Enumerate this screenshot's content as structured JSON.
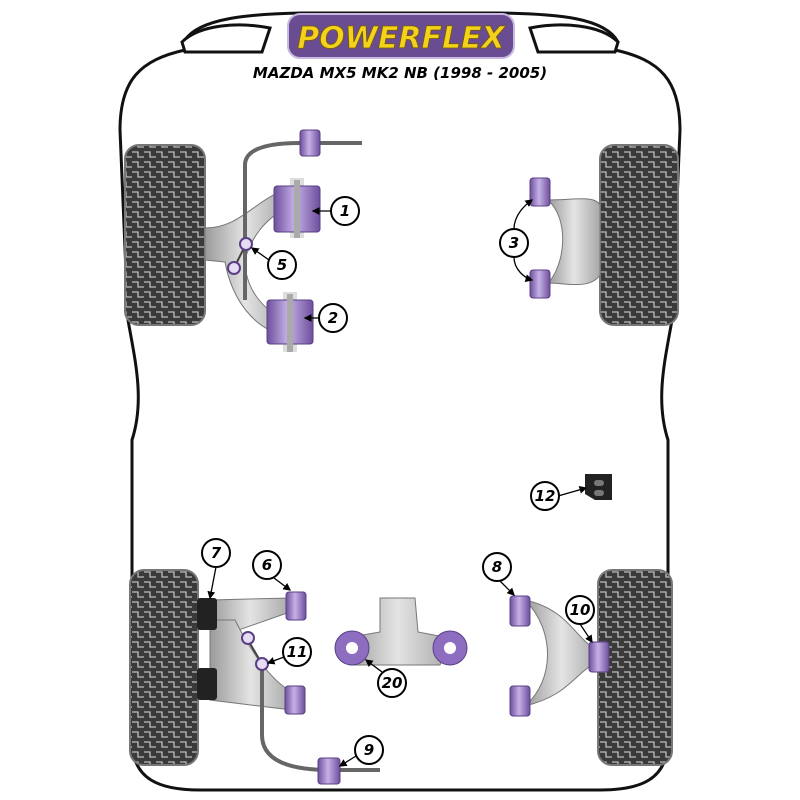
{
  "brand": {
    "logo_text": "POWERFLEX",
    "logo_color": "#f2d21b",
    "logo_bg": "#6a4c93"
  },
  "title": "MAZDA MX5 MK2 NB (1998 - 2005)",
  "colors": {
    "bush": "#9b7fc4",
    "bush_dark": "#5b3f85",
    "arm": "#c8c8c8",
    "tyre": "#3a3a3a"
  },
  "callouts": [
    {
      "id": "1",
      "label": "1"
    },
    {
      "id": "2",
      "label": "2"
    },
    {
      "id": "3",
      "label": "3"
    },
    {
      "id": "5",
      "label": "5"
    },
    {
      "id": "6",
      "label": "6"
    },
    {
      "id": "7",
      "label": "7"
    },
    {
      "id": "8",
      "label": "8"
    },
    {
      "id": "9",
      "label": "9"
    },
    {
      "id": "10",
      "label": "10"
    },
    {
      "id": "11",
      "label": "11"
    },
    {
      "id": "12",
      "label": "12"
    },
    {
      "id": "20",
      "label": "20"
    }
  ]
}
